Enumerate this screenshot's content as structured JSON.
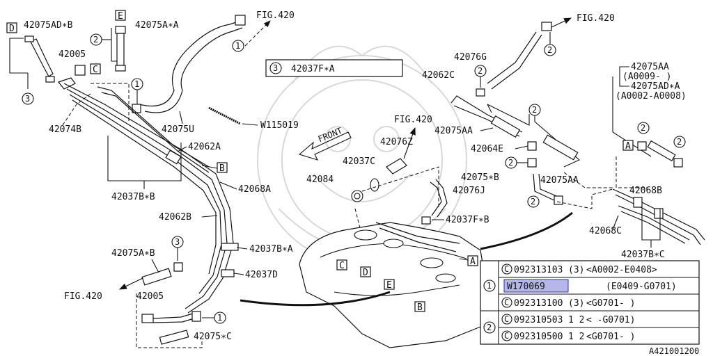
{
  "labels": {
    "p42075AD_B": "42075AD∗B",
    "p42075A_A": "42075A∗A",
    "fig420_top": "FIG.420",
    "p42005_top": "42005",
    "p42074B": "42074B",
    "p42075U": "42075U",
    "p42037F_A": "42037F∗A",
    "p42062A": "42062A",
    "p42037B_B": "42037B∗B",
    "p42068A": "42068A",
    "p42062B": "42062B",
    "p42037B_A": "42037B∗A",
    "p42075A_B": "42075A∗B",
    "p42037D": "42037D",
    "fig420_left": "FIG.420",
    "p42005_bot": "42005",
    "p42075_C": "42075∗C",
    "pW115019": "W115019",
    "front": "FRONT",
    "fig420_mid": "FIG.420",
    "p42076Z": "42076Z",
    "p42037C": "42037C",
    "p42084": "42084",
    "p42076J": "42076J",
    "p42037F_B": "42037F∗B",
    "fig420_right": "FIG.420",
    "p42076G": "42076G",
    "p42062C": "42062C",
    "p42075AA_a": "42075AA",
    "p42064E": "42064E",
    "p42075_B": "42075∗B",
    "p42075AA_b": "42075AA",
    "p42075AA_c": "42075AA",
    "range_a": "(A0009-     )",
    "p42075AD_A": "42075AD∗A",
    "range_b": "(A0002-A0008)",
    "p42068B": "42068B",
    "p42068C": "42068C",
    "p42037B_C": "42037B∗C",
    "diagram_id": "A421001200"
  },
  "callouts": {
    "c1": "1",
    "c2": "2",
    "c3": "3"
  },
  "letters": {
    "A": "A",
    "B": "B",
    "C": "C",
    "D": "D",
    "E": "E"
  },
  "parts_table": {
    "rows": [
      {
        "group": "1",
        "code": "092313103",
        "qty": "(3)",
        "range": "<A0002-E0408>",
        "circled": true,
        "highlight": false
      },
      {
        "group": "1",
        "code": "W170069",
        "qty": "",
        "range": "(E0409-G0701)",
        "circled": false,
        "highlight": true
      },
      {
        "group": "1",
        "code": "092313100",
        "qty": "(3)",
        "range": "<G0701-       )",
        "circled": true,
        "highlight": false
      },
      {
        "group": "2",
        "code": "092310503",
        "qty": "1 2",
        "range": "<      -G0701)",
        "circled": true,
        "highlight": false
      },
      {
        "group": "2",
        "code": "092310500",
        "qty": "1 2",
        "range": "<G0701-       )",
        "circled": true,
        "highlight": false
      }
    ]
  },
  "colors": {
    "ink": "#111111",
    "highlight": "#b6b6e8",
    "watermark": "#d8d8d8"
  }
}
